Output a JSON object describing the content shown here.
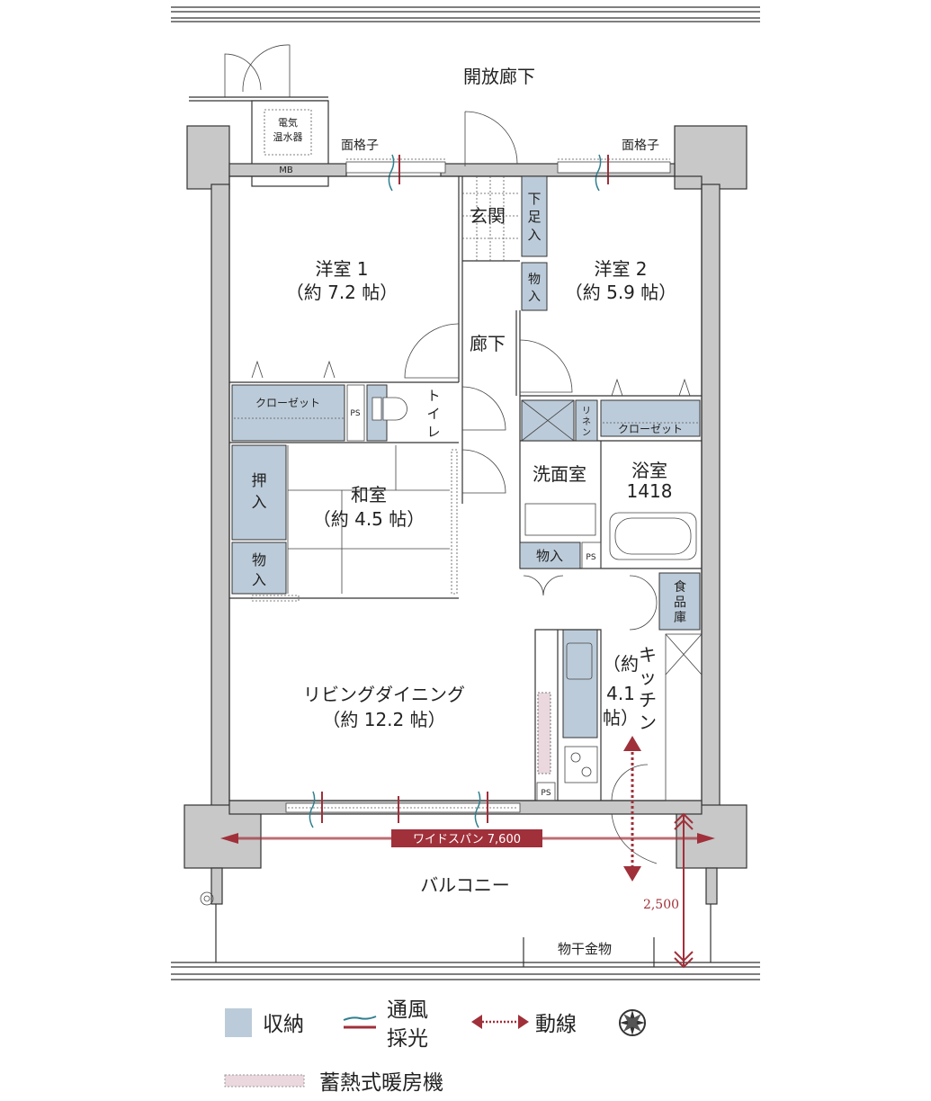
{
  "plan": {
    "corridor": "開放廊下",
    "water_heater": [
      "電気",
      "温水器"
    ],
    "mb": "MB",
    "lattice_left": "面格子",
    "lattice_right": "面格子",
    "entrance": "玄関",
    "shoe_storage": [
      "下",
      "足",
      "入"
    ],
    "storage_small": [
      "物",
      "入"
    ],
    "western1": {
      "name": "洋室 1",
      "size": "（約 7.2 帖）"
    },
    "western2": {
      "name": "洋室 2",
      "size": "（約 5.9 帖）"
    },
    "hallway": "廊下",
    "closet1": "クローゼット",
    "ps1": "PS",
    "toilet": [
      "ト",
      "イ",
      "レ"
    ],
    "linen": [
      "リ",
      "ネ",
      "ン"
    ],
    "closet2": "クローゼット",
    "japanese": {
      "name": "和室",
      "size": "（約 4.5 帖）"
    },
    "oshiire": [
      "押",
      "入"
    ],
    "storage_j": [
      "物",
      "入"
    ],
    "washroom": "洗面室",
    "bath": {
      "name": "浴室",
      "size": "1418"
    },
    "storage_w": "物入",
    "ps2": "PS",
    "pantry": [
      "食",
      "品",
      "庫"
    ],
    "kitchen": [
      "キ",
      "ッ",
      "チ",
      "ン"
    ],
    "kitchen_size": [
      "（約",
      "4.1",
      "帖）"
    ],
    "living": {
      "name": "リビングダイニング",
      "size": "（約 12.2 帖）"
    },
    "ps3": "PS",
    "wide_span": "ワイドスパン 7,600",
    "balcony": "バルコニー",
    "depth": "2,500",
    "drying": "物干金物"
  },
  "legend": {
    "storage": "収納",
    "ventilation": [
      "通風",
      "採光"
    ],
    "flow": "動線",
    "heater": "蓄熱式暖房機",
    "compass_icon": "compass-icon"
  },
  "colors": {
    "storage": "#bccbd9",
    "accent": "#a0303a",
    "wall": "#c8c8c8",
    "heater": "#ead8de"
  }
}
